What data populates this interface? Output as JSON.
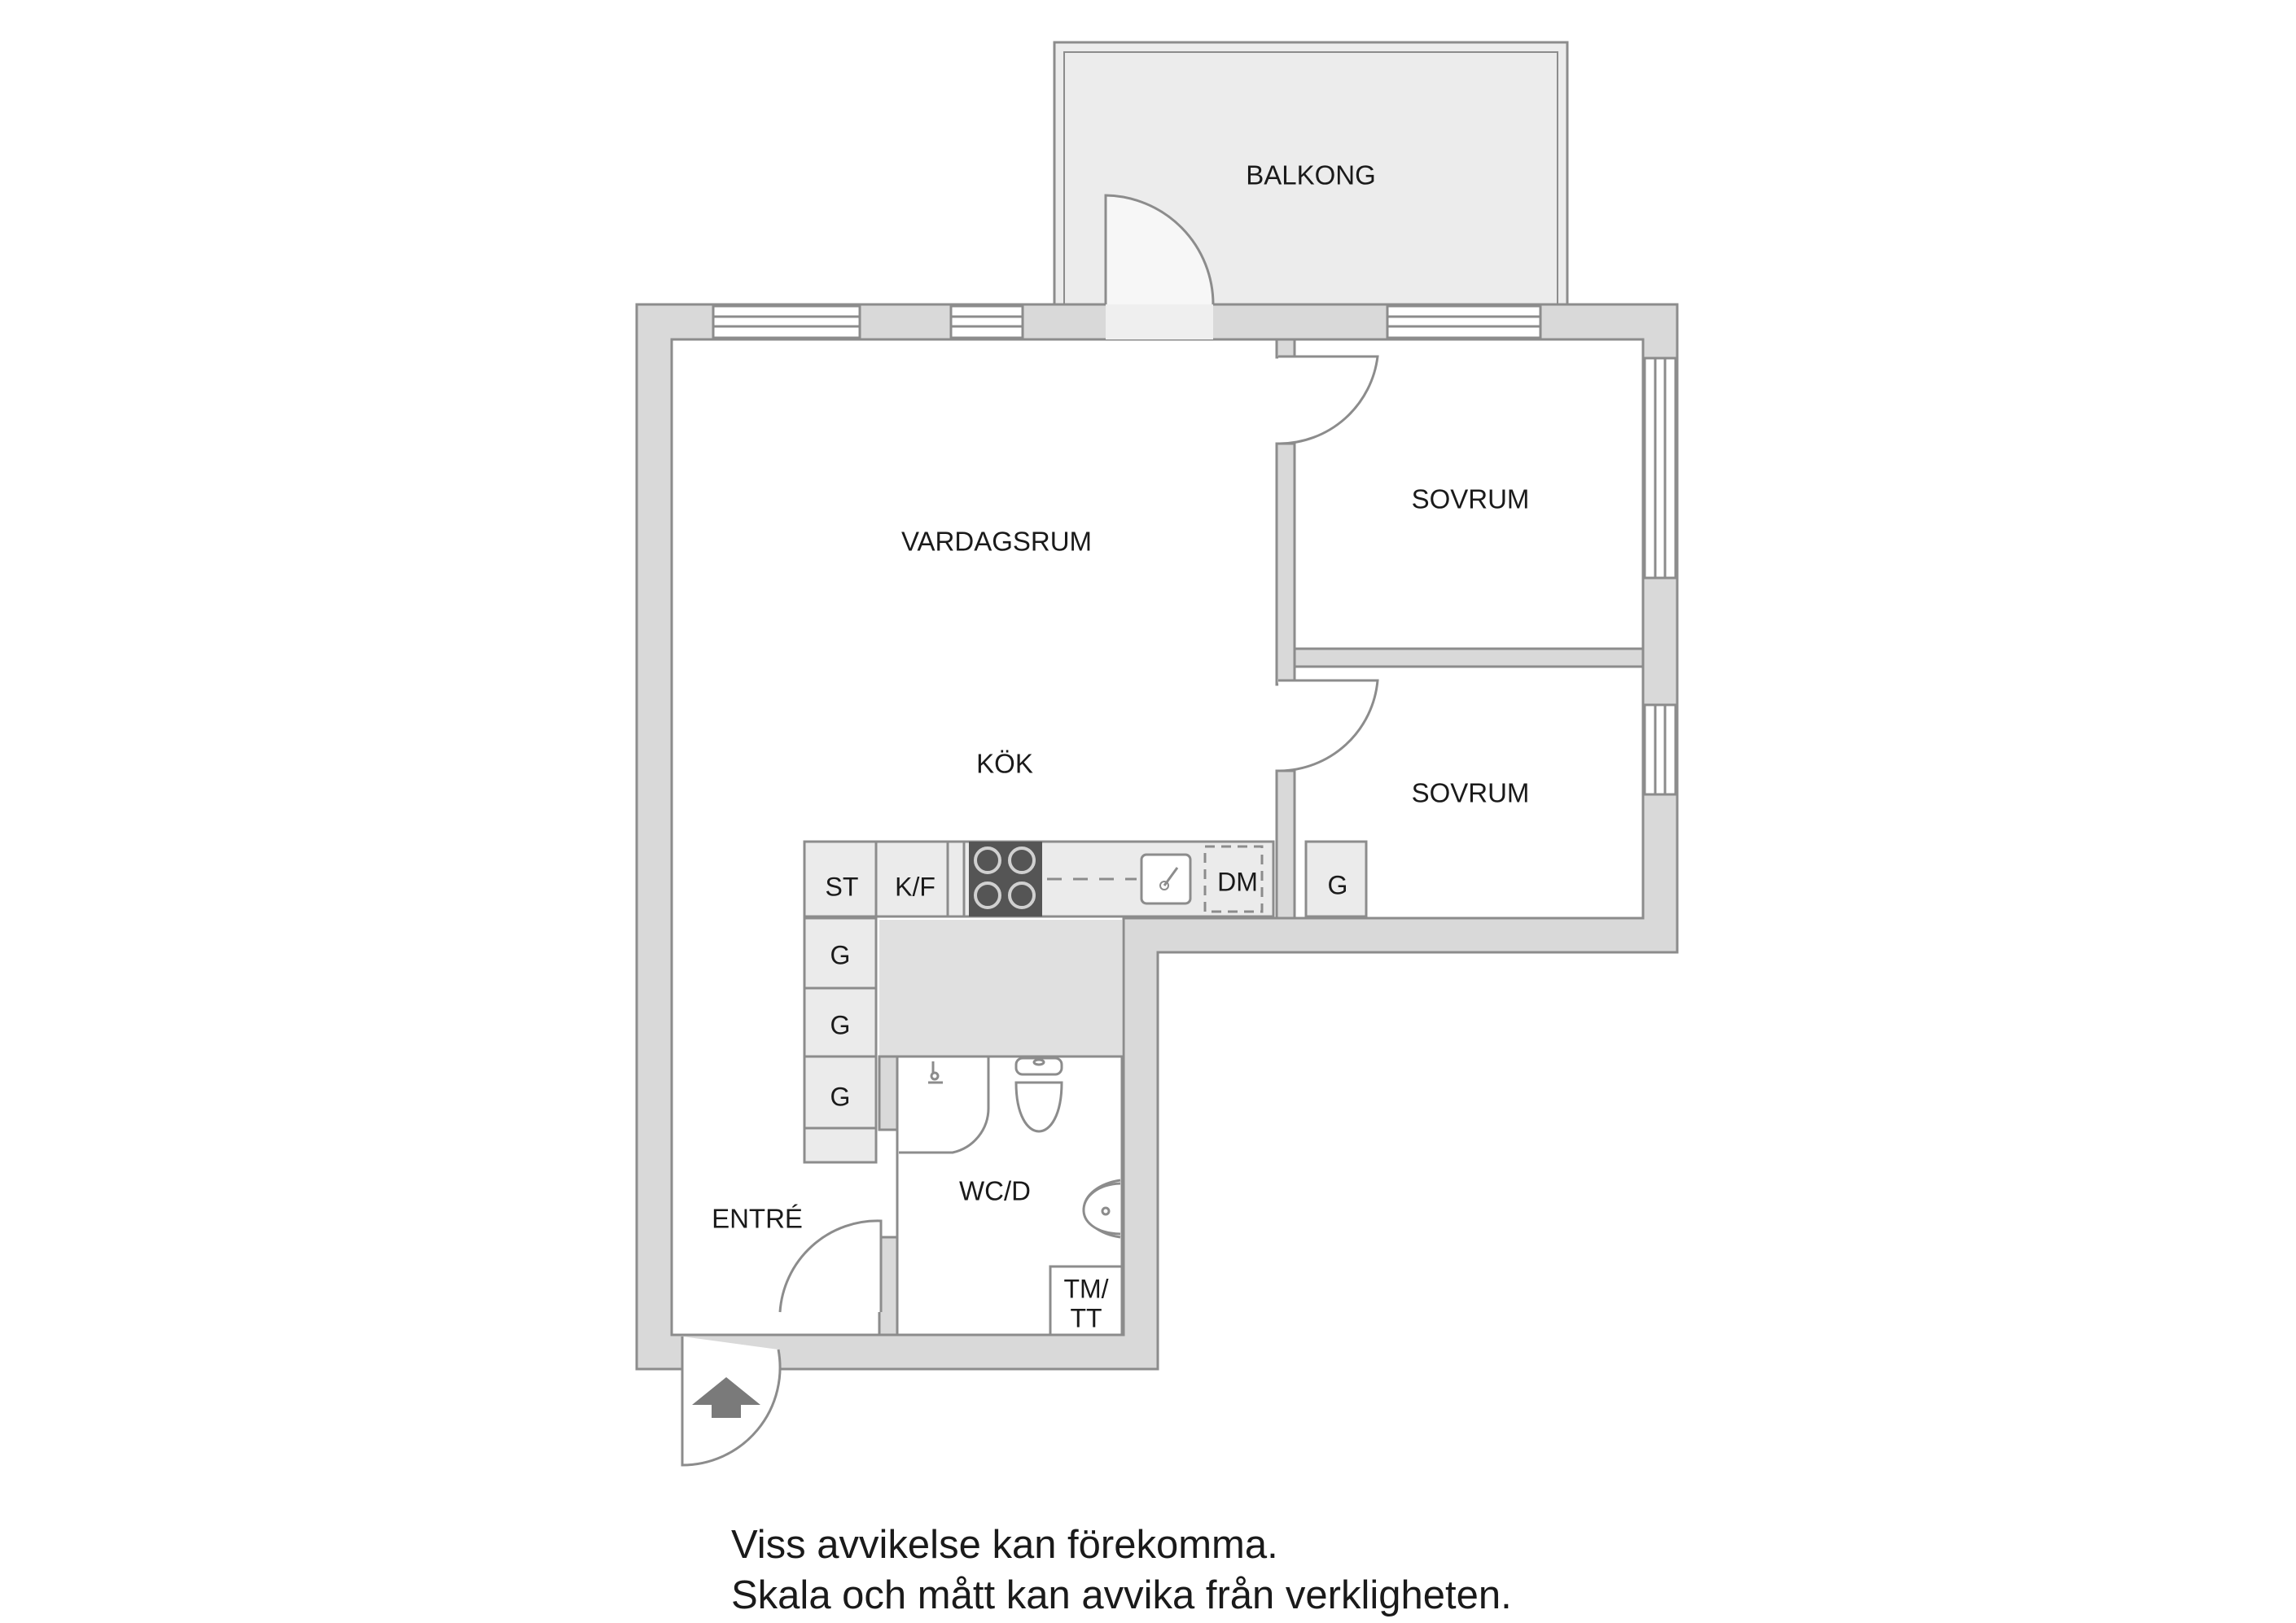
{
  "rooms": {
    "balcony": "BALKONG",
    "living": "VARDAGSRUM",
    "kitchen": "KÖK",
    "bedroom_1": "SOVRUM",
    "bedroom_2": "SOVRUM",
    "bathroom": "WC/D",
    "entrance": "ENTRÉ"
  },
  "fixtures": {
    "storage": "ST",
    "fridge_freezer": "K/F",
    "dishwasher": "DM",
    "wardrobe_bedroom": "G",
    "wardrobe_1": "G",
    "wardrobe_2": "G",
    "wardrobe_3": "G",
    "washer_dryer_line1": "TM/",
    "washer_dryer_line2": "TT"
  },
  "disclaimer": {
    "line1": "Viss avvikelse kan förekomma.",
    "line2": "Skala och mått kan avvika från verkligheten."
  },
  "colors": {
    "wall": "#d9d9d9",
    "wall_outline": "#8c8c8c",
    "balcony_fill": "#ececec",
    "hall_floor": "#e0e0e0",
    "cabinet_fill": "#ebebeb",
    "stove_fill": "#555555",
    "entry_arrow": "#7a7a7a"
  },
  "icons": [
    "entry-arrow-icon",
    "stove-icon",
    "sink-icon",
    "toilet-icon",
    "washbasin-icon",
    "shower-icon"
  ]
}
